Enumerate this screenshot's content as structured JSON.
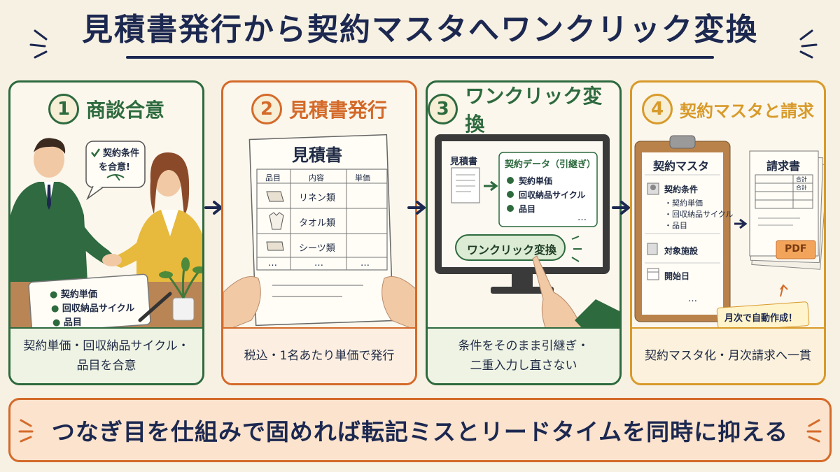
{
  "title": "見積書発行から契約マスタへワンクリック変換",
  "steps": [
    {
      "num": "1",
      "title": "商談合意",
      "caption_line1": "契約単価・回収納品サイクル・",
      "caption_line2": "品目を合意",
      "bubble_line1": "契約条件",
      "bubble_line2": "を合意!",
      "notebook": [
        "契約単価",
        "回収納品サイクル",
        "品目"
      ]
    },
    {
      "num": "2",
      "title": "見積書発行",
      "caption_line1": "税込・1名あたり単価で発行",
      "doc_title": "見積書",
      "headers": [
        "品目",
        "内容",
        "単価"
      ],
      "rows": [
        "リネン類",
        "タオル類",
        "シーツ類"
      ],
      "ellipsis": "…"
    },
    {
      "num": "3",
      "title": "ワンクリック変換",
      "caption_line1": "条件をそのまま引継ぎ・",
      "caption_line2": "二重入力し直さない",
      "left_doc": "見積書",
      "data_title": "契約データ（引継ぎ）",
      "data_items": [
        "契約単価",
        "回収納品サイクル",
        "品目"
      ],
      "ellipsis": "…",
      "button_label": "ワンクリック変換"
    },
    {
      "num": "4",
      "title": "契約マスタと請求",
      "caption_line1": "契約マスタ化・月次請求へ一貫",
      "master_title": "契約マスタ",
      "master_cond": "契約条件",
      "master_items": [
        "契約単価",
        "回収納品サイクル",
        "品目"
      ],
      "facility": "対象施設",
      "start_date": "開始日",
      "ellipsis": "…",
      "invoice_title": "請求書",
      "total_label": "合計",
      "pdf_label": "PDF",
      "auto_note": "月次で自動作成！"
    }
  ],
  "banner": "つなぎ目を仕組みで固めれば転記ミスとリードタイムを同時に抑える",
  "colors": {
    "navy": "#1c2850",
    "green": "#2d6a3e",
    "orange": "#d46a2a",
    "gold": "#d89a2a",
    "cream": "#f7f1e3"
  }
}
